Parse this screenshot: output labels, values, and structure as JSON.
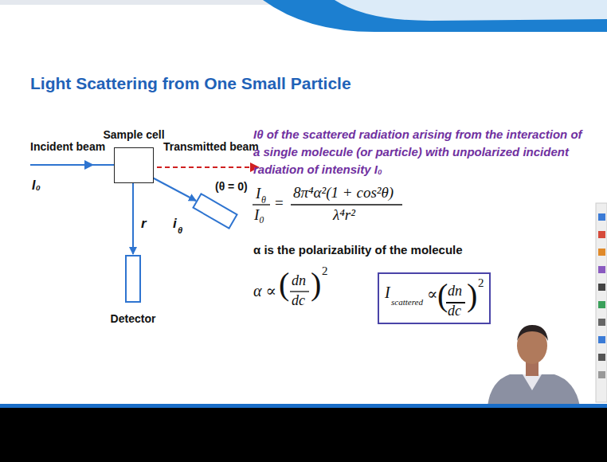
{
  "diagram": {
    "title": "Light Scattering from One Small Particle",
    "nodes": [
      {
        "text": [
          "Sample cell"
        ]
      },
      {
        "text": [
          "Detector"
        ]
      },
      {
        "text": [
          "I",
          "scattered",
          "∝",
          "(",
          "dn",
          "dc",
          ")",
          "2"
        ]
      }
    ],
    "edges": [
      {
        "from": 0,
        "to": 1,
        "label": "r",
        "arrow": "to"
      }
    ],
    "labels": [
      "Incident beam",
      "I₀",
      "Transmitted beam",
      "(θ = 0)",
      "i",
      "θ",
      "Iθ of the scattered radiation arising from the interaction of a single molecule (or particle) with unpolarized incident radiation of intensity I₀",
      "I",
      "θ",
      "I₀",
      "=",
      "8π⁴α²(1 + cos²θ)",
      "λ⁴r²",
      "α is the polarizability of the molecule",
      "α ∝",
      "(",
      "dn",
      "dc",
      ")",
      "2"
    ]
  }
}
